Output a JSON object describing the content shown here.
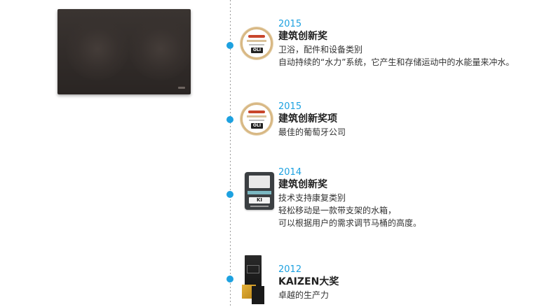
{
  "timeline": {
    "awards": [
      {
        "year": "2015",
        "title": "建筑创新奖",
        "lines": [
          "卫浴，配件和设备类别",
          "自动持续的“水力”系统，它产生和存储运动中的水能量来冲水。"
        ],
        "badge_text": "OLI"
      },
      {
        "year": "2015",
        "title": "建筑创新奖项",
        "lines": [
          "最佳的葡萄牙公司"
        ],
        "badge_text": "OLI"
      },
      {
        "year": "2014",
        "title": "建筑创新奖",
        "lines": [
          "技术支持康复类别",
          "轻松移动是一款带支架的水箱，",
          "可以根据用户的需求调节马桶的高度。"
        ],
        "badge_text": "KI"
      },
      {
        "year": "2012",
        "title": "KAIZEN大奖",
        "lines": [
          "卓越的生产力"
        ]
      }
    ]
  },
  "colors": {
    "accent": "#1da1e0",
    "title": "#222222",
    "body_text": "#333333",
    "timeline_line": "#9a9a9a"
  }
}
